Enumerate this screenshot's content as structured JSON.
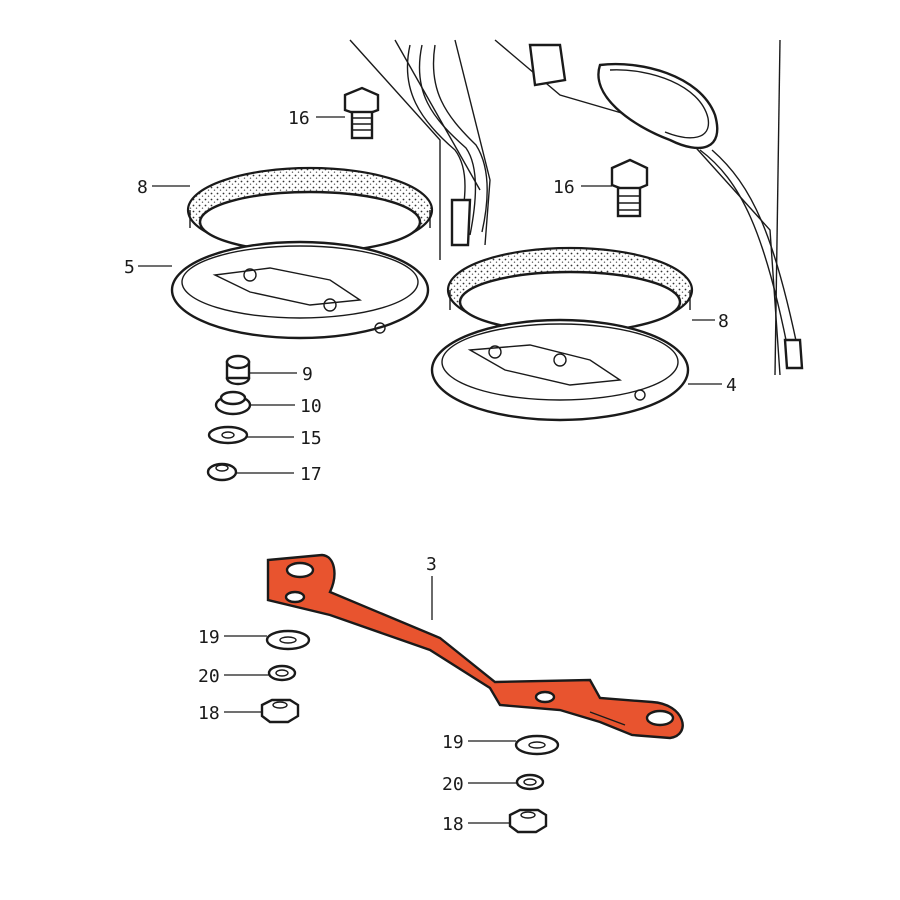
{
  "highlight_color": "#e8542f",
  "ink_color": "#1a1a1a",
  "callouts": {
    "c16a": "16",
    "c16b": "16",
    "c8a": "8",
    "c8b": "8",
    "c5": "5",
    "c4": "4",
    "c9": "9",
    "c10": "10",
    "c15": "15",
    "c17": "17",
    "c3": "3",
    "c19a": "19",
    "c20a": "20",
    "c18a": "18",
    "c19b": "19",
    "c20b": "20",
    "c18b": "18"
  }
}
